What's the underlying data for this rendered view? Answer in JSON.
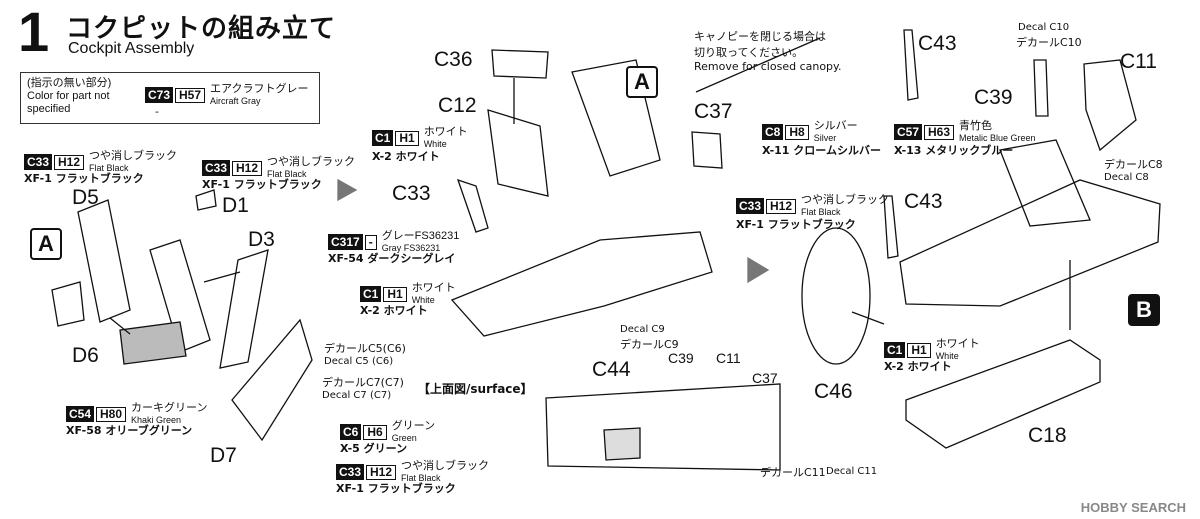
{
  "header": {
    "step_number": "1",
    "title_jp": "コクピットの組み立て",
    "title_en": "Cockpit Assembly"
  },
  "legend": {
    "caption_jp": "(指示の無い部分)",
    "caption_en": "Color for part not specified",
    "code": "C73",
    "h_code": "H57",
    "name_jp": "エアクラフトグレー",
    "name_en": "Aircraft Gray",
    "extra": "-"
  },
  "colors": {
    "c33_h12": {
      "code": "C33",
      "h": "H12",
      "jp": "つや消しブラック",
      "en": "Flat Black",
      "xf": "XF-1 フラットブラック"
    },
    "c54_h80": {
      "code": "C54",
      "h": "H80",
      "jp": "カーキグリーン",
      "en": "Khaki Green",
      "xf": "XF-58 オリーブグリーン"
    },
    "c6_h6": {
      "code": "C6",
      "h": "H6",
      "jp": "グリーン",
      "en": "Green",
      "xf": "X-5 グリーン"
    },
    "c1_h1": {
      "code": "C1",
      "h": "H1",
      "jp": "ホワイト",
      "en": "White",
      "xf": "X-2 ホワイト"
    },
    "c317": {
      "code": "C317",
      "h": "-",
      "jp": "グレーFS36231",
      "en": "Gray FS36231",
      "xf": "XF-54 ダークシーグレイ"
    },
    "c8_h8": {
      "code": "C8",
      "h": "H8",
      "jp": "シルバー",
      "en": "Silver",
      "xf": "X-11 クロームシルバー"
    },
    "c57_h63": {
      "code": "C57",
      "h": "H63",
      "jp": "青竹色",
      "en": "Metalic Blue Green",
      "xf": "X-13 メタリックブルー"
    }
  },
  "markers": {
    "a": "A",
    "b": "B"
  },
  "parts": {
    "d5": "D5",
    "d1": "D1",
    "d3": "D3",
    "d6": "D6",
    "d7": "D7",
    "c36": "C36",
    "c12": "C12",
    "c33": "C33",
    "c37": "C37",
    "c43": "C43",
    "c39": "C39",
    "c11": "C11",
    "c46": "C46",
    "c18": "C18",
    "c44": "C44"
  },
  "decals": {
    "c5_jp": "デカールC5(C6)",
    "c5_en": "Decal C5 (C6)",
    "c7_jp": "デカールC7(C7)",
    "c7_en": "Decal C7 (C7)",
    "c9_en": "Decal C9",
    "c9_jp": "デカールC9",
    "c10_en": "Decal C10",
    "c10_jp": "デカールC10",
    "c8_jp": "デカールC8",
    "c8_en": "Decal C8",
    "c11_jp": "デカールC11",
    "c11_en": "Decal C11"
  },
  "notes": {
    "canopy_jp1": "キャノピーを閉じる場合は",
    "canopy_jp2": "切り取ってください。",
    "canopy_en": "Remove for closed canopy.",
    "surface": "【上面図/surface】"
  },
  "watermark": "HOBBY SEARCH"
}
